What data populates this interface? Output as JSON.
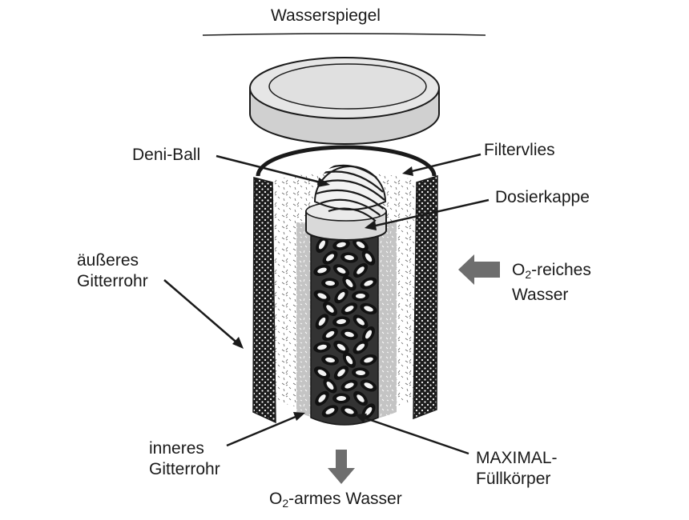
{
  "labels": {
    "water_level": "Wasserspiegel",
    "deni_ball": "Deni-Ball",
    "filter_fleece": "Filtervlies",
    "dosing_cap": "Dosierkappe",
    "outer_tube_line1": "äußeres",
    "outer_tube_line2": "Gitterrohr",
    "o2_rich_prefix": "O",
    "o2_rich_sub": "2",
    "o2_rich_suffix": "-reiches",
    "o2_rich_line2": "Wasser",
    "inner_tube_line1": "inneres",
    "inner_tube_line2": "Gitterrohr",
    "filling_line1": "MAXIMAL-",
    "filling_line2": "Füllkörper",
    "o2_poor_prefix": "O",
    "o2_poor_sub": "2",
    "o2_poor_suffix": "-armes Wasser"
  },
  "colors": {
    "line": "#1a1a1a",
    "tube_dark": "#1c1c1c",
    "filter_gray": "#c4c4c4",
    "cap_gray": "#d9d9d9",
    "arrow_gray": "#6e6e6e"
  },
  "icons": {
    "inflow_arrow": "arrow-left-icon",
    "outflow_arrow": "arrow-down-icon"
  }
}
